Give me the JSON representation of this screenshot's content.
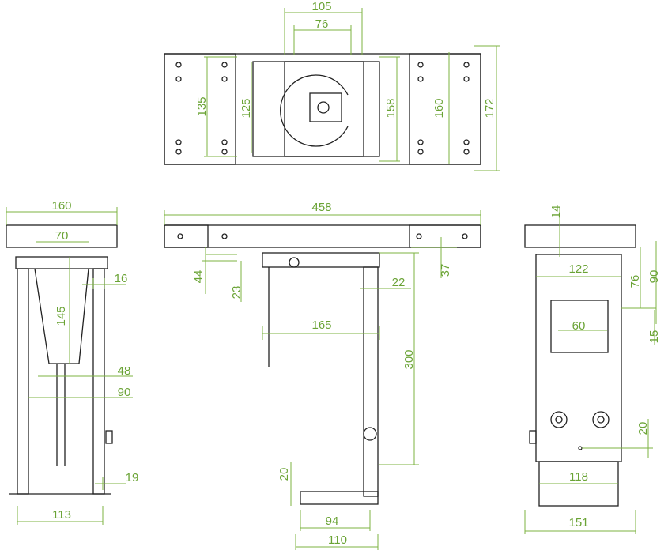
{
  "colors": {
    "dimension": "#7cb342",
    "outline": "#222222"
  },
  "top_view": {
    "d105": "105",
    "d76": "76",
    "d135": "135",
    "d125": "125",
    "d158": "158",
    "d160": "160",
    "d172": "172"
  },
  "left_view": {
    "d160": "160",
    "d70": "70",
    "d16": "16",
    "d145": "145",
    "d48": "48",
    "d90": "90",
    "d19": "19",
    "d113": "113"
  },
  "front_view": {
    "d458": "458",
    "d44": "44",
    "d23": "23",
    "d22": "22",
    "d37": "37",
    "d165": "165",
    "d300": "300",
    "d20": "20",
    "d94": "94",
    "d110": "110"
  },
  "right_view": {
    "d14": "14",
    "d122": "122",
    "d76": "76",
    "d90": "90",
    "d60": "60",
    "d15": "15",
    "d20": "20",
    "d118": "118",
    "d151": "151"
  }
}
